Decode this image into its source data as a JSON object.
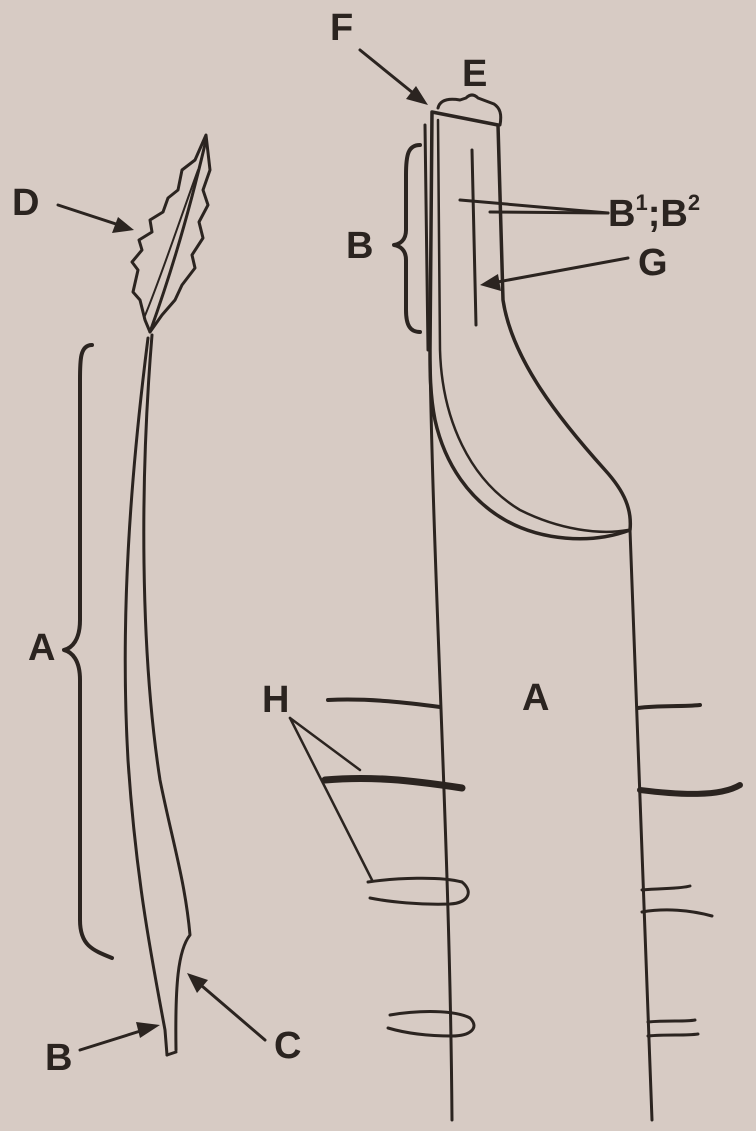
{
  "labels": {
    "A_left": "A",
    "B_left": "B",
    "C": "C",
    "D": "D",
    "A_right": "A",
    "B_right": "B",
    "E": "E",
    "F": "F",
    "G": "G",
    "H": "H",
    "B_sup_base1": "B",
    "B_sup_exp1": "1",
    "B_sup_sep": ";",
    "B_sup_base2": "B",
    "B_sup_exp2": "2"
  },
  "colors": {
    "paper": "#d7cbc4",
    "ink": "#2b2420"
  }
}
